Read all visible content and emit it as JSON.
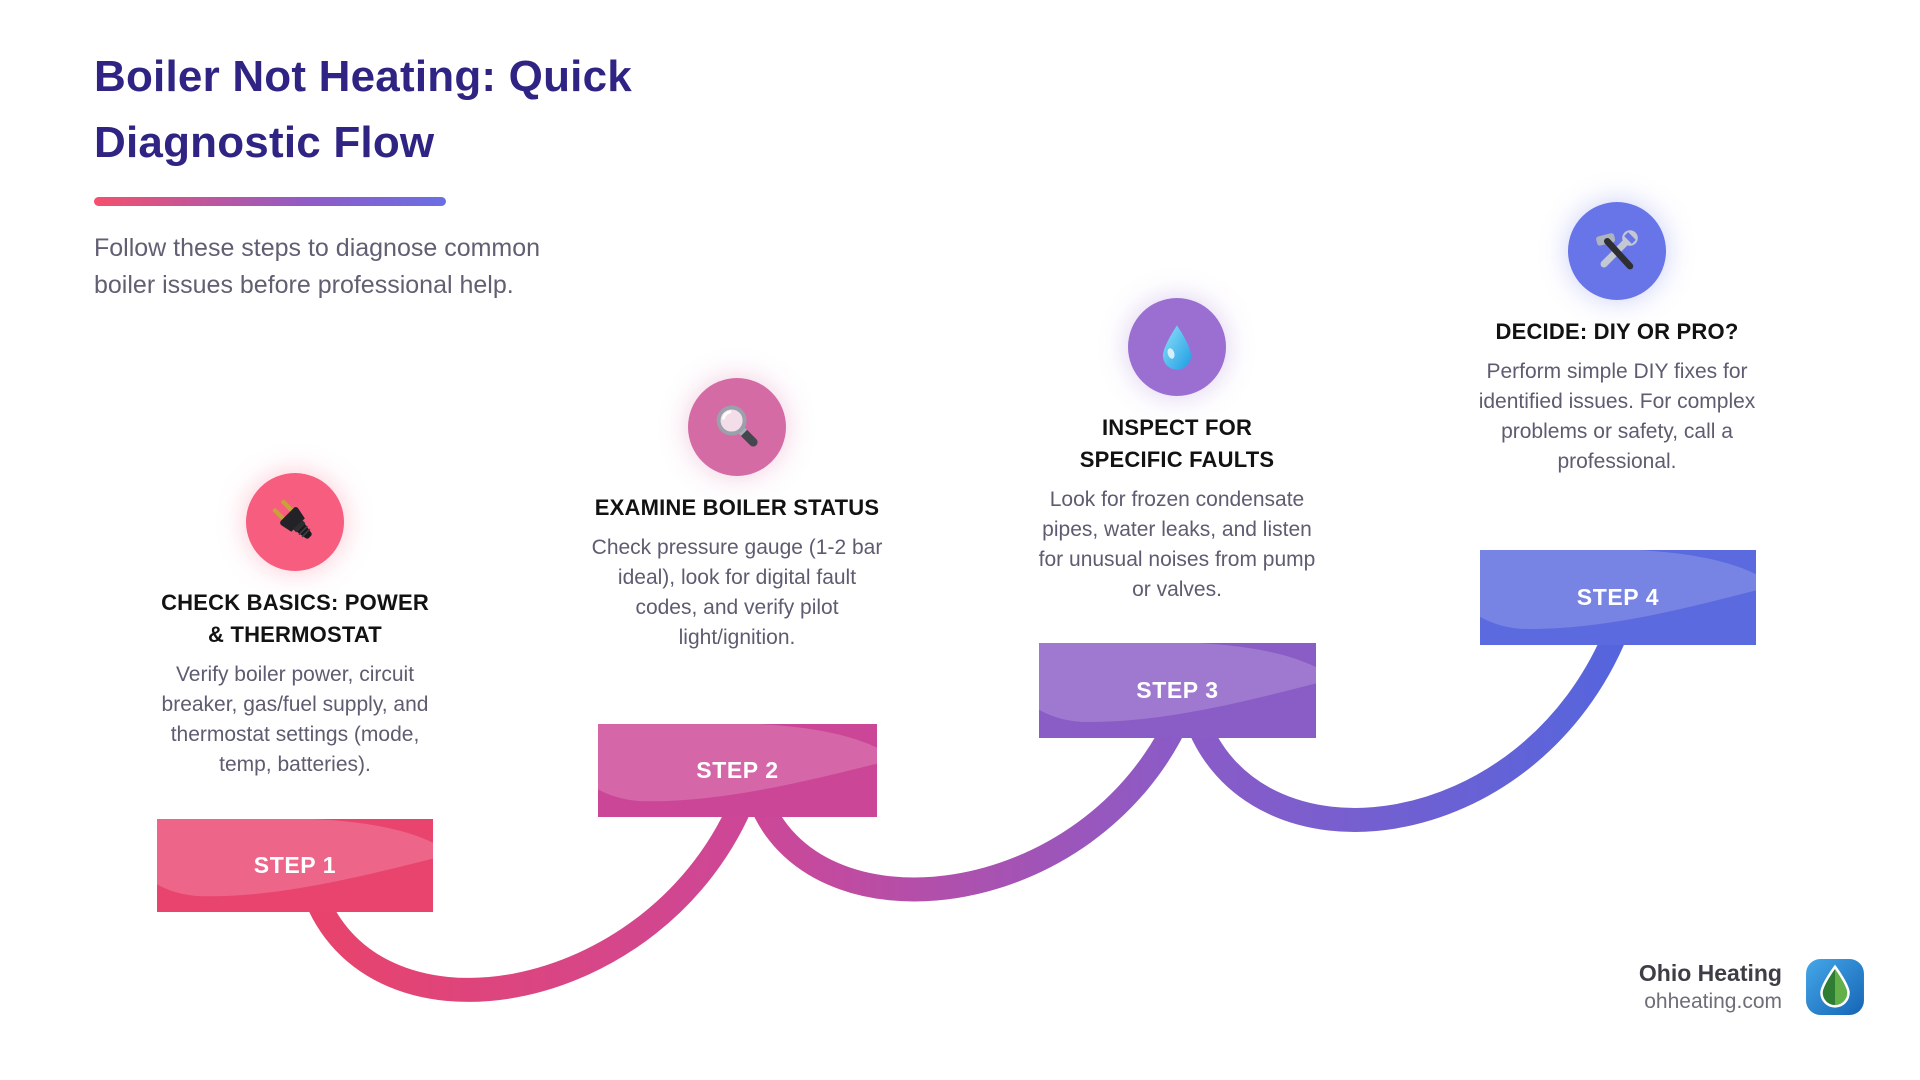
{
  "header": {
    "title_line1": "Boiler Not Heating: Quick",
    "title_line2": "Diagnostic Flow",
    "subtitle": "Follow these steps to diagnose common boiler issues before professional help."
  },
  "steps": [
    {
      "label": "STEP 1",
      "title": "CHECK BASICS: POWER & THERMOSTAT",
      "description": "Verify boiler power, circuit breaker, gas/fuel supply, and thermostat settings (mode, temp, batteries).",
      "icon": "power-plug-icon",
      "circle_color": "#F65D7E",
      "box_color": "#E9446E"
    },
    {
      "label": "STEP 2",
      "title": "EXAMINE BOILER STATUS",
      "description": "Check pressure gauge (1-2 bar ideal), look for digital fault codes, and verify pilot light/ignition.",
      "icon": "magnifying-glass-icon",
      "circle_color": "#D46BA4",
      "box_color": "#CC4697"
    },
    {
      "label": "STEP 3",
      "title": "INSPECT FOR SPECIFIC FAULTS",
      "description": "Look for frozen condensate pipes, water leaks, and listen for unusual noises from pump or valves.",
      "icon": "water-droplet-icon",
      "circle_color": "#9B6FD1",
      "box_color": "#8A5CC6"
    },
    {
      "label": "STEP 4",
      "title": "DECIDE: DIY OR PRO?",
      "description": "Perform simple DIY fixes for identified issues. For complex problems or safety, call a professional.",
      "icon": "hammer-wrench-icon",
      "circle_color": "#6775E8",
      "box_color": "#5B6ADF"
    }
  ],
  "accents": {
    "title_color": "#2F2483",
    "underline_gradient": [
      "#F4506E",
      "#6A6FE3"
    ],
    "flow_gradient": [
      "#E8436B",
      "#CD4797",
      "#8A5BC7",
      "#5565DD"
    ]
  },
  "footer": {
    "brand": "Ohio Heating",
    "website": "ohheating.com",
    "logo": "leaf-logo"
  }
}
